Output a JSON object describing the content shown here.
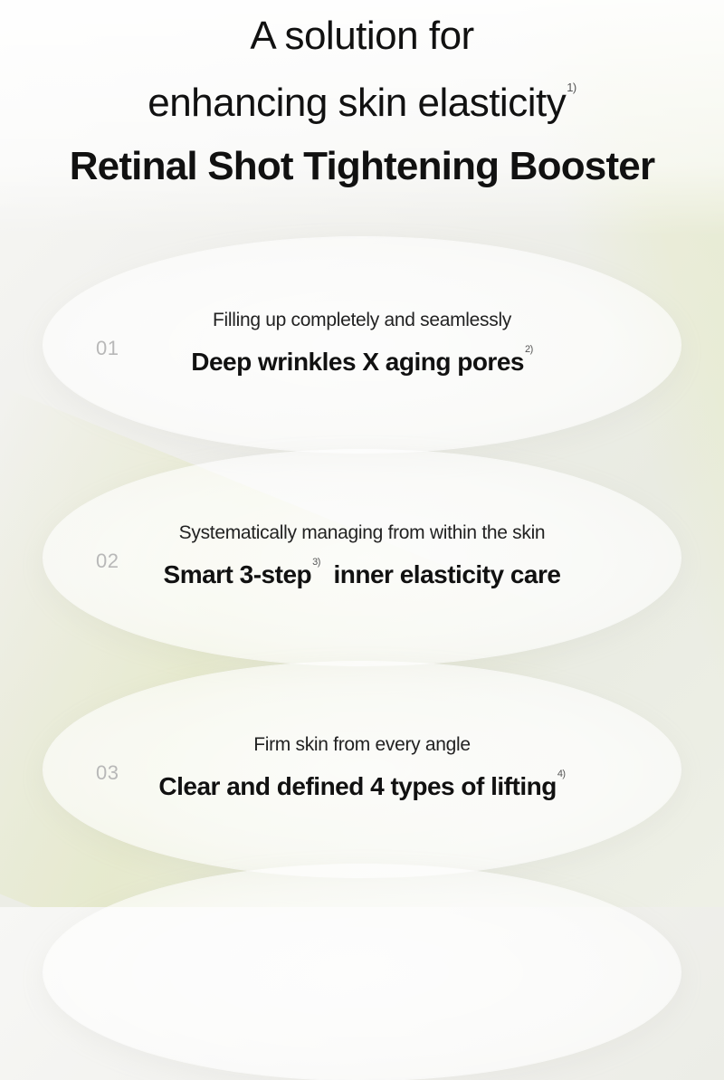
{
  "header": {
    "line1": "A solution for",
    "line2": "enhancing skin elasticity",
    "line2_note": "1)",
    "line3": "Retinal Shot Tightening Booster"
  },
  "features": [
    {
      "number": "01",
      "subtitle": "Filling up completely and seamlessly",
      "title": "Deep wrinkles X aging pores",
      "note": "2)"
    },
    {
      "number": "02",
      "subtitle": "Systematically managing from within the skin",
      "title_part1": "Smart 3-step",
      "note": "3)",
      "title_part2": "inner elasticity care"
    },
    {
      "number": "03",
      "subtitle": "Firm skin from every angle",
      "title": "Clear and defined 4 types of lifting",
      "note": "4)"
    }
  ]
}
